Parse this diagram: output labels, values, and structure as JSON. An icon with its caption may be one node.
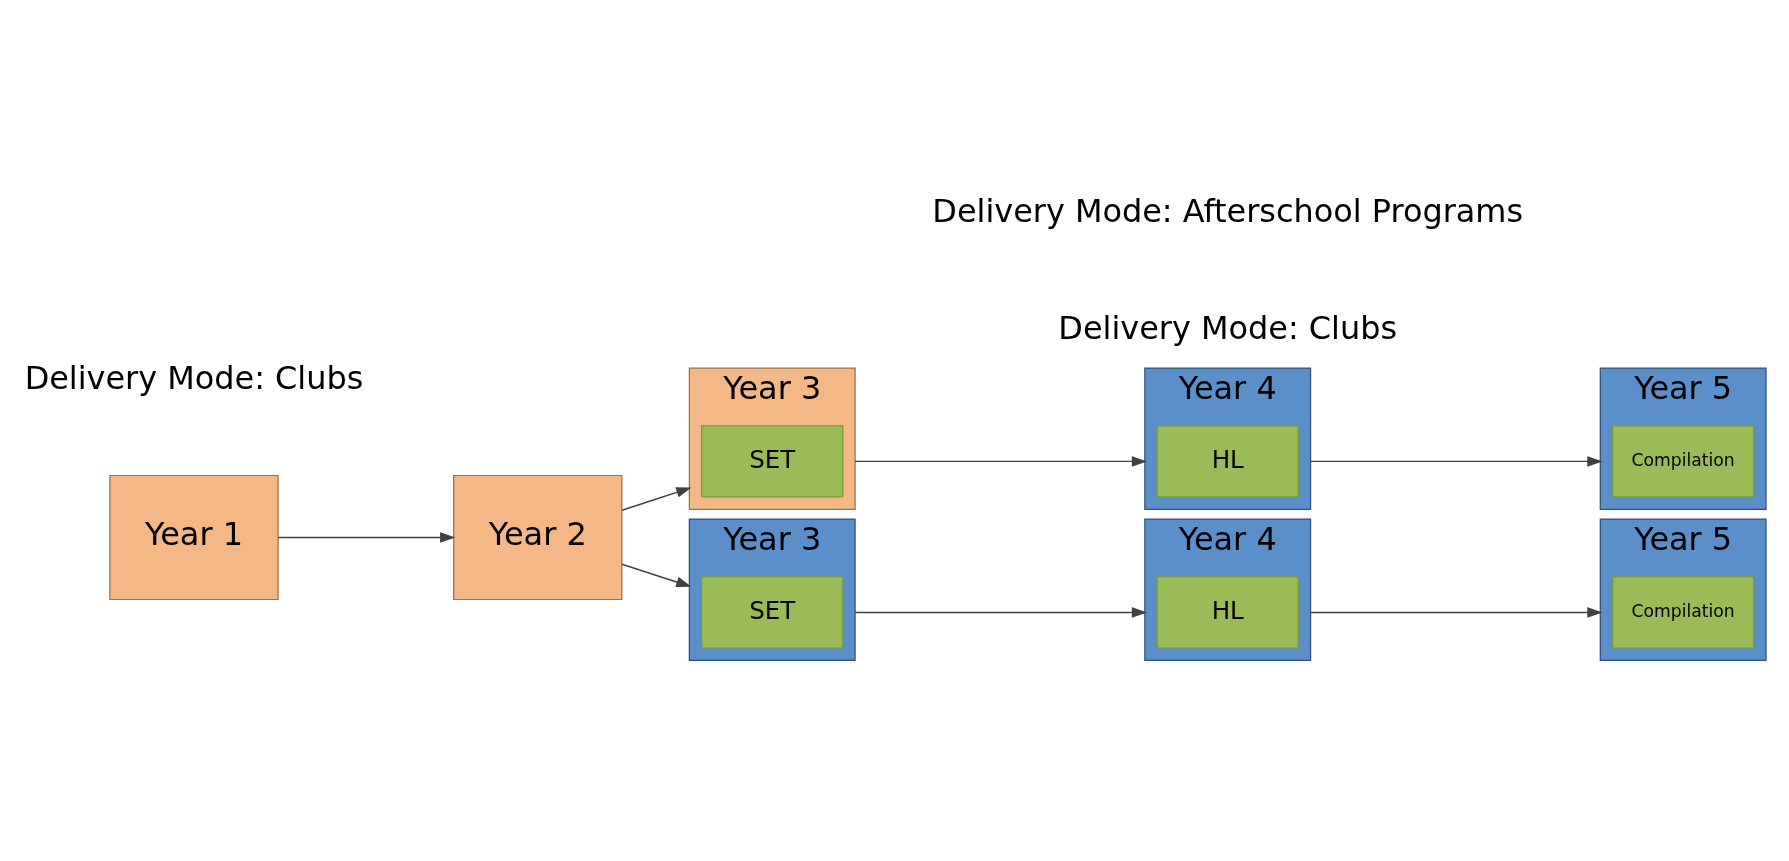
{
  "diagram": {
    "nodes": [
      {
        "text": [
          "Year 1"
        ]
      },
      {
        "text": [
          "Year 2"
        ]
      },
      {
        "text": [
          "Year 3"
        ]
      },
      {
        "text": [
          "SET"
        ],
        "in": 2
      },
      {
        "text": [
          "Year 4"
        ]
      },
      {
        "text": [
          "HL"
        ],
        "in": 4
      },
      {
        "text": [
          "Year 5"
        ]
      },
      {
        "text": [
          "Compilation"
        ],
        "in": 6
      },
      {
        "text": [
          "Year 3"
        ]
      },
      {
        "text": [
          "SET"
        ],
        "in": 8
      },
      {
        "text": [
          "Year 4"
        ]
      },
      {
        "text": [
          "HL"
        ],
        "in": 10
      },
      {
        "text": [
          "Year 5"
        ]
      },
      {
        "text": [
          "Compilation"
        ],
        "in": 12
      }
    ],
    "edges": [
      {
        "from": 0,
        "to": 1,
        "arrow": "to"
      },
      {
        "from": 1,
        "to": 2,
        "arrow": "to"
      },
      {
        "from": 1,
        "to": 8,
        "arrow": "to"
      },
      {
        "from": 2,
        "to": 4,
        "arrow": "to"
      },
      {
        "from": 4,
        "to": 6,
        "arrow": "to"
      },
      {
        "from": 8,
        "to": 10,
        "arrow": "to"
      },
      {
        "from": 10,
        "to": 12,
        "arrow": "to"
      }
    ],
    "labels": [
      "Delivery Mode: Clubs",
      "Delivery Mode: Clubs",
      "Delivery Mode: Afterschool Programs"
    ]
  }
}
